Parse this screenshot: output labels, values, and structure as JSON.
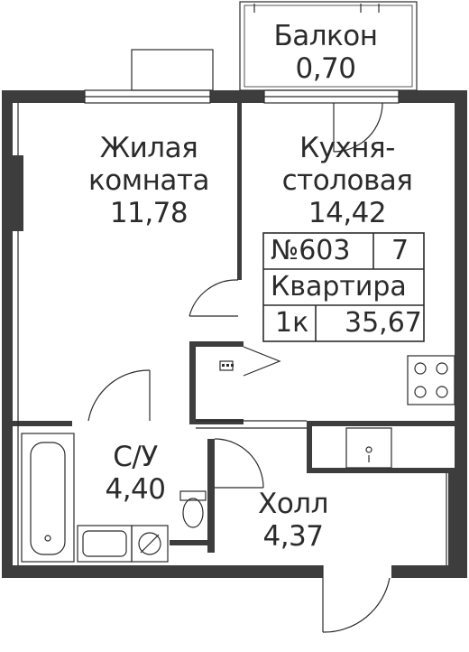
{
  "rooms": {
    "balcony": {
      "name": "Балкон",
      "area": "0,70"
    },
    "living": {
      "name_line1": "Жилая",
      "name_line2": "комната",
      "area": "11,78"
    },
    "kitchen": {
      "name_line1": "Кухня-",
      "name_line2": "столовая",
      "area": "14,42"
    },
    "bathroom": {
      "name": "С/У",
      "area": "4,40"
    },
    "hall": {
      "name": "Холл",
      "area": "4,37"
    }
  },
  "apartment": {
    "number": "№603",
    "floor": "7",
    "type_label": "Квартира",
    "rooms_count": "1к",
    "total_area": "35,67"
  },
  "colors": {
    "wall": "#3d3d3d",
    "line": "#2b2b2b",
    "text": "#2b2b2b",
    "background": "#ffffff"
  }
}
